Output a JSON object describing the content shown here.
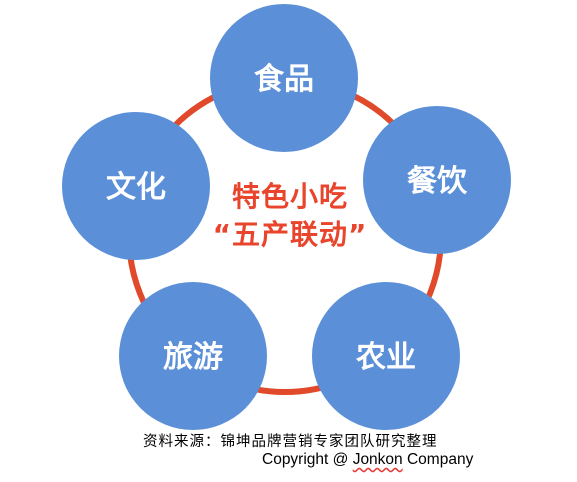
{
  "diagram": {
    "center": {
      "line1": "特色小吃",
      "line2": "“五产联动”"
    },
    "nodes": [
      {
        "label": "食品"
      },
      {
        "label": "餐饮"
      },
      {
        "label": "农业"
      },
      {
        "label": "旅游"
      },
      {
        "label": "文化"
      }
    ],
    "colors": {
      "node_fill": "#5b8fd8",
      "node_label": "#ffffff",
      "ring": "#e04a2b",
      "center_text": "#e8452c"
    }
  },
  "footer": {
    "source": "资料来源：锦坤品牌营销专家团队研究整理",
    "copyright_prefix": "Copyright @ ",
    "copyright_brand": "Jonkon",
    "copyright_suffix": " Company"
  }
}
